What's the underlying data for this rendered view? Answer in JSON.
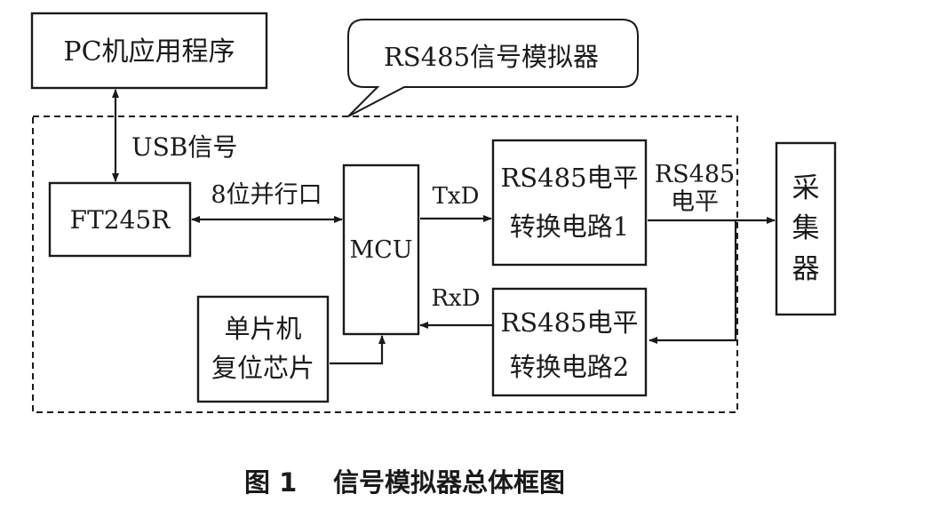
{
  "diagram": {
    "pc_app": "PC机应用程序",
    "callout": "RS485信号模拟器",
    "usb_signal": "USB信号",
    "ft245r": "FT245R",
    "parallel_port": "8位并行口",
    "mcu": "MCU",
    "reset_chip_line1": "单片机",
    "reset_chip_line2": "复位芯片",
    "txd": "TxD",
    "rxd": "RxD",
    "converter1_line1": "RS485电平",
    "converter1_line2": "转换电路1",
    "converter2_line1": "RS485电平",
    "converter2_line2": "转换电路2",
    "rs485_level_line1": "RS485",
    "rs485_level_line2": "电平",
    "collector": [
      "采",
      "集",
      "器"
    ]
  },
  "caption": {
    "figure_number": "图 1",
    "title": "信号模拟器总体框图"
  }
}
